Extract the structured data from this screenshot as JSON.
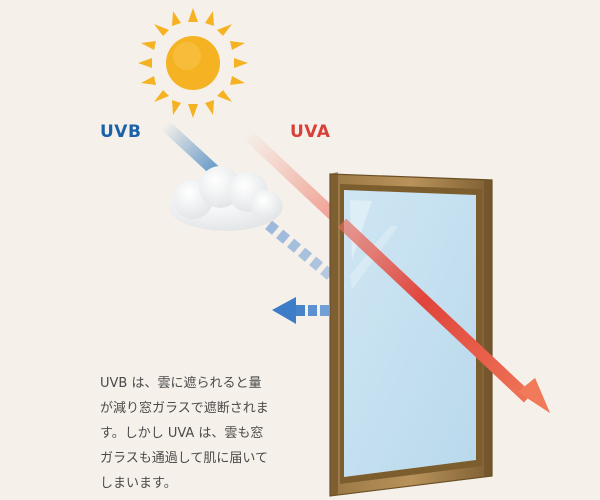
{
  "labels": {
    "uvb": "UVB",
    "uva": "UVA"
  },
  "caption": {
    "lines": [
      "UVB は、雲に遮られると量",
      "が減り窓ガラスで遮断されま",
      "す。しかし UVA は、雲も窓",
      "ガラスも通過して肌に届いて",
      "しまいます。"
    ]
  },
  "colors": {
    "background": "#f5f1ea",
    "uvb": "#1a63a8",
    "uva": "#d8413a",
    "sun": "#f5b324",
    "window_frame": "#8a6a3a",
    "glass": "#cfe6f3"
  }
}
